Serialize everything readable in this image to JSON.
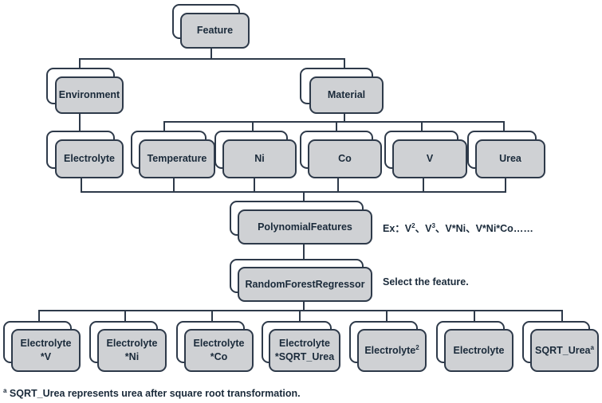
{
  "diagram": {
    "root": "Feature",
    "level1": {
      "environment": "Environment",
      "material": "Material"
    },
    "level2": {
      "electrolyte": "Electrolyte",
      "temperature": "Temperature",
      "ni": "Ni",
      "co": "Co",
      "v": "V",
      "urea": "Urea"
    },
    "polynomial": "PolynomialFeatures",
    "polynomial_note": {
      "prefix": "Ex：V",
      "sq": "2",
      "mid": "、V",
      "cube": "3",
      "rest": "、V*Ni、V*Ni*Co……"
    },
    "regressor": "RandomForestRegressor",
    "regressor_note": "Select the feature.",
    "selected": {
      "electrolyte_v": {
        "line1": "Electrolyte",
        "line2": "*V"
      },
      "electrolyte_ni": {
        "line1": "Electrolyte",
        "line2": "*Ni"
      },
      "electrolyte_co": {
        "line1": "Electrolyte",
        "line2": "*Co"
      },
      "electrolyte_sqrt_urea": {
        "line1": "Electrolyte",
        "line2": "*SQRT_Urea"
      },
      "electrolyte_sq": {
        "text": "Electrolyte",
        "sup": "2"
      },
      "electrolyte": {
        "text": "Electrolyte"
      },
      "sqrt_urea": {
        "text": "SQRT_Urea",
        "sup": "a"
      }
    },
    "footnote": {
      "marker": "a",
      "text": " SQRT_Urea represents urea after square root transformation."
    }
  },
  "colors": {
    "box_fill": "#cfd1d4",
    "border": "#2e3a4a",
    "text": "#1a2a3a"
  }
}
